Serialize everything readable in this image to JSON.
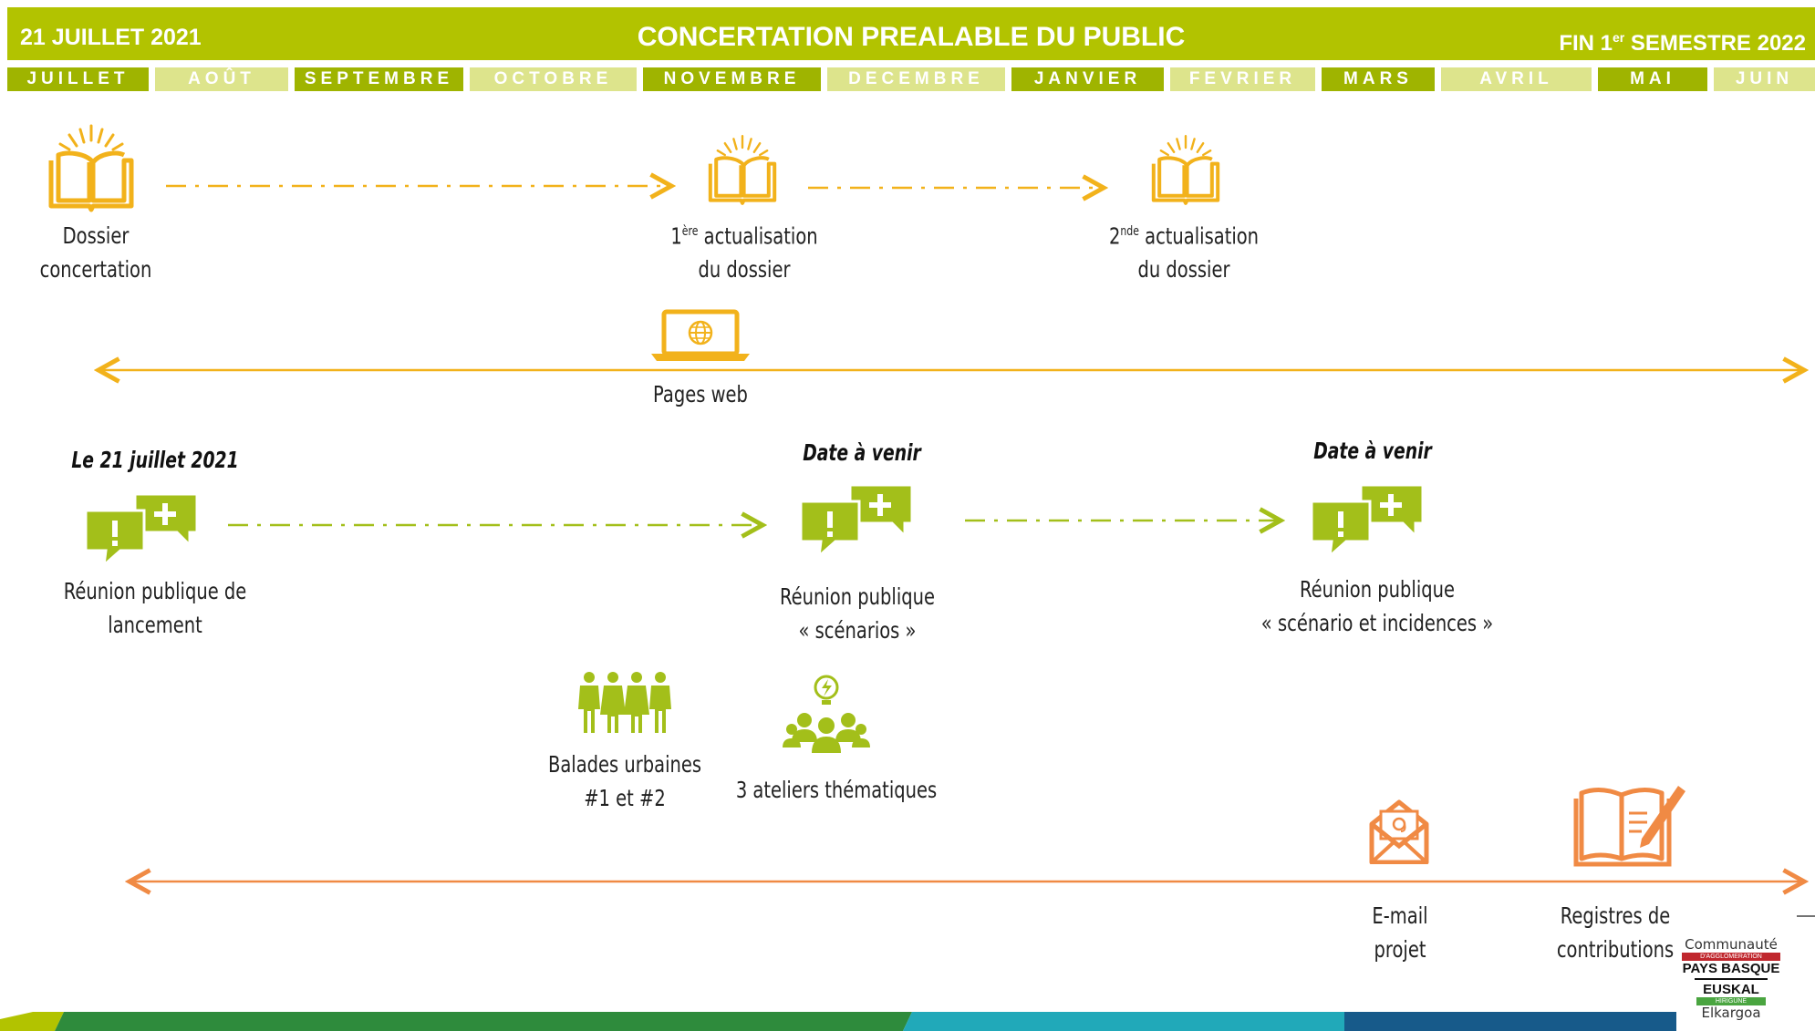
{
  "header": {
    "left": "21 JUILLET 2021",
    "title": "CONCERTATION PREALABLE DU PUBLIC",
    "right_pre": "FIN 1",
    "right_sup": "er",
    "right_post": " SEMESTRE 2022"
  },
  "months": [
    "JUILLET",
    "AOÛT",
    "SEPTEMBRE",
    "OCTOBRE",
    "NOVEMBRE",
    "DECEMBRE",
    "JANVIER",
    "FEVRIER",
    "MARS",
    "AVRIL",
    "MAI",
    "JUIN"
  ],
  "dossier": {
    "item1": {
      "line1": "Dossier",
      "line2": "concertation"
    },
    "item2": {
      "num": "1",
      "sup": "ère",
      "rest": " actualisation",
      "line2": "du dossier"
    },
    "item3": {
      "num": "2",
      "sup": "nde",
      "rest": " actualisation",
      "line2": "du dossier"
    }
  },
  "web": {
    "label": "Pages web"
  },
  "meetings": {
    "m1": {
      "date": "Le 21 juillet 2021",
      "line1": "Réunion publique de",
      "line2": "lancement"
    },
    "m2": {
      "date": "Date à venir",
      "line1": "Réunion publique",
      "line2": "« scénarios »"
    },
    "m3": {
      "date": "Date à venir",
      "line1": "Réunion publique",
      "line2": "« scénario et incidences »"
    }
  },
  "balades": {
    "line1": "Balades urbaines",
    "line2": "#1 et #2"
  },
  "ateliers": {
    "label": "3 ateliers thématiques"
  },
  "email": {
    "line1": "E-mail",
    "line2": "projet"
  },
  "registres": {
    "line1": "Registres de",
    "line2": "contributions"
  },
  "logo": {
    "line1": "Communauté",
    "line2": "D'AGGLOMERATION",
    "line3": "PAYS BASQUE",
    "line4": "EUSKAL",
    "line5": "HIRIGUNE",
    "line6": "Elkargoa"
  },
  "colors": {
    "green": "#b2c300",
    "icon_green": "#a3bf1a",
    "gold": "#f2b21b",
    "orange": "#f08a44"
  }
}
